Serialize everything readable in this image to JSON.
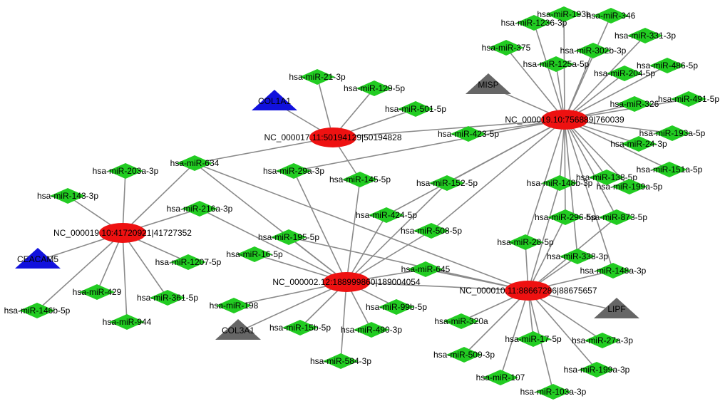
{
  "colors": {
    "circrna": "#ee1111",
    "mirna": "#22cc22",
    "gene_up": "#1111dd",
    "gene_down": "#666666",
    "edge": "#8a8a8a"
  },
  "nodes": [
    {
      "id": "c1",
      "label": "NC_000017.11:50194129|50194828",
      "type": "circrna"
    },
    {
      "id": "c2",
      "label": "NC_000019.10:756889|760039",
      "type": "circrna"
    },
    {
      "id": "c3",
      "label": "NC_000019.10:41720921|41727352",
      "type": "circrna"
    },
    {
      "id": "c4",
      "label": "NC_000002.12:188999860|189004054",
      "type": "circrna"
    },
    {
      "id": "c5",
      "label": "NC_000010.11:88667286|88675657",
      "type": "circrna"
    },
    {
      "id": "g_col1a1",
      "label": "COL1A1",
      "type": "gene_up"
    },
    {
      "id": "g_ceacam5",
      "label": "CEACAM5",
      "type": "gene_up"
    },
    {
      "id": "g_misp",
      "label": "MISP",
      "type": "gene_down"
    },
    {
      "id": "g_col3a1",
      "label": "COL3A1",
      "type": "gene_down"
    },
    {
      "id": "g_lipf",
      "label": "LIPF",
      "type": "gene_down"
    },
    {
      "id": "m21",
      "label": "hsa-miR-21-3p",
      "type": "mirna"
    },
    {
      "id": "m129",
      "label": "hsa-miR-129-5p",
      "type": "mirna"
    },
    {
      "id": "m501",
      "label": "hsa-miR-501-5p",
      "type": "mirna"
    },
    {
      "id": "m423",
      "label": "hsa-miR-423-5p",
      "type": "mirna"
    },
    {
      "id": "m29a",
      "label": "hsa-miR-29a-3p",
      "type": "mirna"
    },
    {
      "id": "m145",
      "label": "hsa-miR-145-5p",
      "type": "mirna"
    },
    {
      "id": "m152",
      "label": "hsa-miR-152-5p",
      "type": "mirna"
    },
    {
      "id": "m634",
      "label": "hsa-miR-634",
      "type": "mirna"
    },
    {
      "id": "m203a",
      "label": "hsa-miR-203a-3p",
      "type": "mirna"
    },
    {
      "id": "m143",
      "label": "hsa-miR-143-3p",
      "type": "mirna"
    },
    {
      "id": "m216a",
      "label": "hsa-miR-216a-3p",
      "type": "mirna"
    },
    {
      "id": "m195",
      "label": "hsa-miR-195-5p",
      "type": "mirna"
    },
    {
      "id": "m16",
      "label": "hsa-miR-16-5p",
      "type": "mirna"
    },
    {
      "id": "m1207",
      "label": "hsa-miR-1207-5p",
      "type": "mirna"
    },
    {
      "id": "m429",
      "label": "hsa-miR-429",
      "type": "mirna"
    },
    {
      "id": "m361",
      "label": "hsa-miR-361-5p",
      "type": "mirna"
    },
    {
      "id": "m146b",
      "label": "hsa-miR-146b-5p",
      "type": "mirna"
    },
    {
      "id": "m944",
      "label": "hsa-miR-944",
      "type": "mirna"
    },
    {
      "id": "m424",
      "label": "hsa-miR-424-5p",
      "type": "mirna"
    },
    {
      "id": "m508",
      "label": "hsa-miR-508-5p",
      "type": "mirna"
    },
    {
      "id": "m645",
      "label": "hsa-miR-645",
      "type": "mirna"
    },
    {
      "id": "m198",
      "label": "hsa-miR-198",
      "type": "mirna"
    },
    {
      "id": "m15b",
      "label": "hsa-miR-15b-5p",
      "type": "mirna"
    },
    {
      "id": "m99b",
      "label": "hsa-miR-99b-5p",
      "type": "mirna"
    },
    {
      "id": "m490",
      "label": "hsa-miR-490-3p",
      "type": "mirna"
    },
    {
      "id": "m584",
      "label": "hsa-miR-584-3p",
      "type": "mirna"
    },
    {
      "id": "m193b",
      "label": "hsa-miR-193b",
      "type": "mirna"
    },
    {
      "id": "m346",
      "label": "hsa-miR-346",
      "type": "mirna"
    },
    {
      "id": "m1236",
      "label": "hsa-miR-1236-3p",
      "type": "mirna"
    },
    {
      "id": "m331",
      "label": "hsa-miR-331-3p",
      "type": "mirna"
    },
    {
      "id": "m375",
      "label": "hsa-miR-375",
      "type": "mirna"
    },
    {
      "id": "m302b",
      "label": "hsa-miR-302b-3p",
      "type": "mirna"
    },
    {
      "id": "m125a",
      "label": "hsa-miR-125a-5p",
      "type": "mirna"
    },
    {
      "id": "m486",
      "label": "hsa-miR-486-5p",
      "type": "mirna"
    },
    {
      "id": "m204",
      "label": "hsa-miR-204-5p",
      "type": "mirna"
    },
    {
      "id": "m491",
      "label": "hsa-miR-491-5p",
      "type": "mirna"
    },
    {
      "id": "m326",
      "label": "hsa-miR-326",
      "type": "mirna"
    },
    {
      "id": "m193a",
      "label": "hsa-miR-193a-5p",
      "type": "mirna"
    },
    {
      "id": "m24",
      "label": "hsa-miR-24-3p",
      "type": "mirna"
    },
    {
      "id": "m151a",
      "label": "hsa-miR-151a-5p",
      "type": "mirna"
    },
    {
      "id": "m148b",
      "label": "hsa-miR-148b-3p",
      "type": "mirna"
    },
    {
      "id": "m138",
      "label": "hsa-miR-138-5p",
      "type": "mirna"
    },
    {
      "id": "m199a5",
      "label": "hsa-miR-199a-5p",
      "type": "mirna"
    },
    {
      "id": "m296",
      "label": "hsa-miR-296-5p",
      "type": "mirna"
    },
    {
      "id": "m873",
      "label": "hsa-miR-873-5p",
      "type": "mirna"
    },
    {
      "id": "m28",
      "label": "hsa-miR-28-5p",
      "type": "mirna"
    },
    {
      "id": "m338",
      "label": "hsa-miR-338-3p",
      "type": "mirna"
    },
    {
      "id": "m148a",
      "label": "hsa-miR-148a-3p",
      "type": "mirna"
    },
    {
      "id": "m320a",
      "label": "hsa-miR-320a",
      "type": "mirna"
    },
    {
      "id": "m17",
      "label": "hsa-miR-17-5p",
      "type": "mirna"
    },
    {
      "id": "m27a",
      "label": "hsa-miR-27a-3p",
      "type": "mirna"
    },
    {
      "id": "m509",
      "label": "hsa-miR-509-3p",
      "type": "mirna"
    },
    {
      "id": "m107",
      "label": "hsa-miR-107",
      "type": "mirna"
    },
    {
      "id": "m199a3",
      "label": "hsa-miR-199a-3p",
      "type": "mirna"
    },
    {
      "id": "m103a",
      "label": "hsa-miR-103a-3p",
      "type": "mirna"
    }
  ],
  "edges": [
    [
      "c1",
      "m21"
    ],
    [
      "c1",
      "m129"
    ],
    [
      "c1",
      "m501"
    ],
    [
      "c1",
      "g_col1a1"
    ],
    [
      "c1",
      "m634"
    ],
    [
      "c1",
      "m145"
    ],
    [
      "c1",
      "c2"
    ],
    [
      "c2",
      "m193b"
    ],
    [
      "c2",
      "m346"
    ],
    [
      "c2",
      "m1236"
    ],
    [
      "c2",
      "m331"
    ],
    [
      "c2",
      "m375"
    ],
    [
      "c2",
      "m302b"
    ],
    [
      "c2",
      "m125a"
    ],
    [
      "c2",
      "m486"
    ],
    [
      "c2",
      "m204"
    ],
    [
      "c2",
      "m491"
    ],
    [
      "c2",
      "m326"
    ],
    [
      "c2",
      "m193a"
    ],
    [
      "c2",
      "m24"
    ],
    [
      "c2",
      "m151a"
    ],
    [
      "c2",
      "m148b"
    ],
    [
      "c2",
      "m138"
    ],
    [
      "c2",
      "m199a5"
    ],
    [
      "c2",
      "m296"
    ],
    [
      "c2",
      "m873"
    ],
    [
      "c2",
      "g_misp"
    ],
    [
      "c2",
      "m423"
    ],
    [
      "c2",
      "m152"
    ],
    [
      "c2",
      "m508"
    ],
    [
      "c2",
      "m424"
    ],
    [
      "c2",
      "m28"
    ],
    [
      "c2",
      "m338"
    ],
    [
      "c2",
      "m148a"
    ],
    [
      "c2",
      "m29a"
    ],
    [
      "c3",
      "m203a"
    ],
    [
      "c3",
      "m143"
    ],
    [
      "c3",
      "m634"
    ],
    [
      "c3",
      "m216a"
    ],
    [
      "c3",
      "g_ceacam5"
    ],
    [
      "c3",
      "m1207"
    ],
    [
      "c3",
      "m429"
    ],
    [
      "c3",
      "m361"
    ],
    [
      "c3",
      "m146b"
    ],
    [
      "c3",
      "m944"
    ],
    [
      "c4",
      "m29a"
    ],
    [
      "c4",
      "m145"
    ],
    [
      "c4",
      "m152"
    ],
    [
      "c4",
      "m424"
    ],
    [
      "c4",
      "m508"
    ],
    [
      "c4",
      "m195"
    ],
    [
      "c4",
      "m16"
    ],
    [
      "c4",
      "m645"
    ],
    [
      "c4",
      "m198"
    ],
    [
      "c4",
      "g_col3a1"
    ],
    [
      "c4",
      "m15b"
    ],
    [
      "c4",
      "m99b"
    ],
    [
      "c4",
      "m490"
    ],
    [
      "c4",
      "m584"
    ],
    [
      "c4",
      "m634"
    ],
    [
      "c4",
      "c5"
    ],
    [
      "c4",
      "m216a"
    ],
    [
      "c5",
      "m634"
    ],
    [
      "c5",
      "m195"
    ],
    [
      "c5",
      "m645"
    ],
    [
      "c5",
      "m28"
    ],
    [
      "c5",
      "m338"
    ],
    [
      "c5",
      "m148a"
    ],
    [
      "c5",
      "g_lipf"
    ],
    [
      "c5",
      "m320a"
    ],
    [
      "c5",
      "m17"
    ],
    [
      "c5",
      "m27a"
    ],
    [
      "c5",
      "m509"
    ],
    [
      "c5",
      "m107"
    ],
    [
      "c5",
      "m199a3"
    ],
    [
      "c5",
      "m103a"
    ],
    [
      "c5",
      "m148b"
    ],
    [
      "c5",
      "m873"
    ],
    [
      "c5",
      "m296"
    ]
  ]
}
